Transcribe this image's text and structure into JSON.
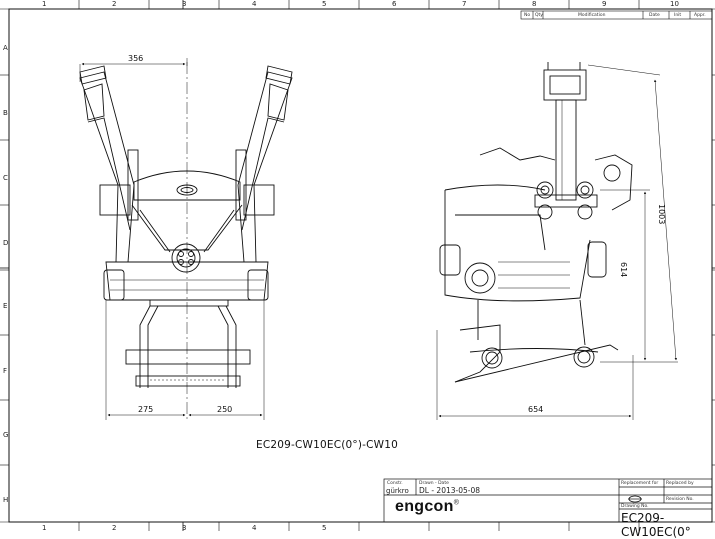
{
  "drawing": {
    "title": "EC209-CW10EC(0°)-CW10",
    "drawing_number": "EC209-CW10EC(0°",
    "logo_text": "engcon",
    "logo_mark": "®"
  },
  "grid": {
    "columns": [
      "1",
      "2",
      "3",
      "4",
      "5",
      "6",
      "7",
      "8",
      "9",
      "10"
    ],
    "rows": [
      "A",
      "B",
      "C",
      "D",
      "E",
      "F",
      "G",
      "H"
    ]
  },
  "revision_table": {
    "headers": [
      "No",
      "Qty",
      "Modification",
      "Date",
      "Init",
      "Appr."
    ]
  },
  "title_block": {
    "constr_label": "Constr.",
    "constr_value": "gürkro",
    "drawn_label": "Drawn - Date",
    "drawn_value": "DL - 2013-05-08",
    "replacement_label": "Replacement for",
    "replaced_label": "Replaced by",
    "drawing_no_label": "Drawing No.",
    "revision_label": "Revision No."
  },
  "dimensions": {
    "front_top_width": "356",
    "front_left_half": "275",
    "front_right_half": "250",
    "side_base_width": "654",
    "side_height_inner": "614",
    "side_height_total": "1003"
  }
}
